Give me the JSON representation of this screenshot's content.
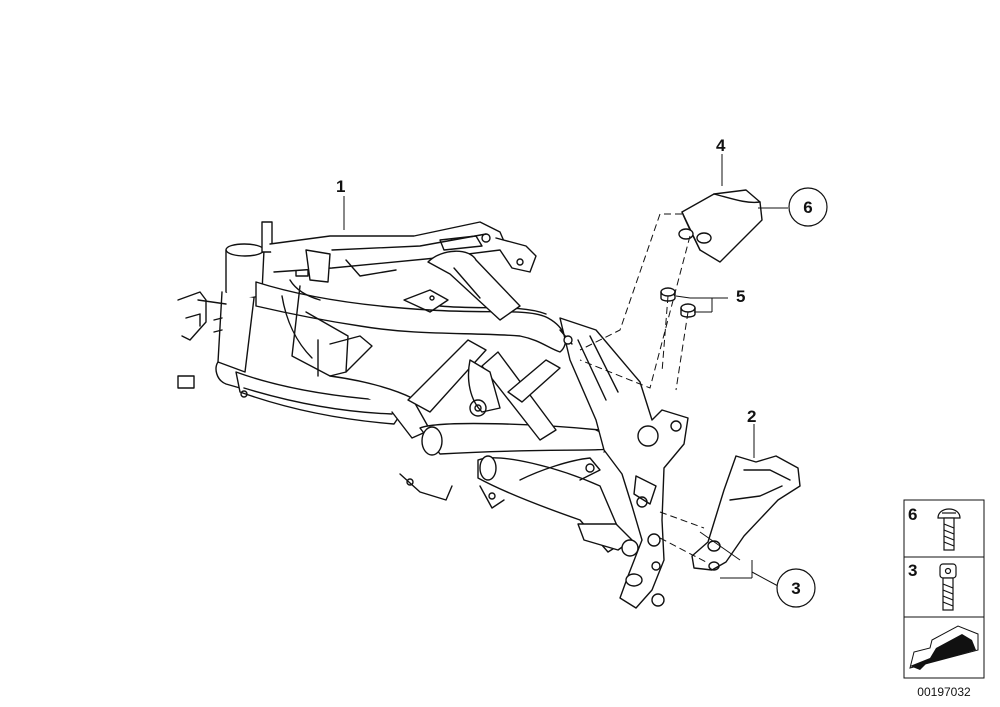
{
  "callouts": {
    "frame": "1",
    "bracket": "2",
    "screw_main": "3",
    "cover": "4",
    "grommets": "5",
    "screw_cover": "6"
  },
  "legend": {
    "item_top": "6",
    "item_mid": "3"
  },
  "diagram_id": "00197032"
}
